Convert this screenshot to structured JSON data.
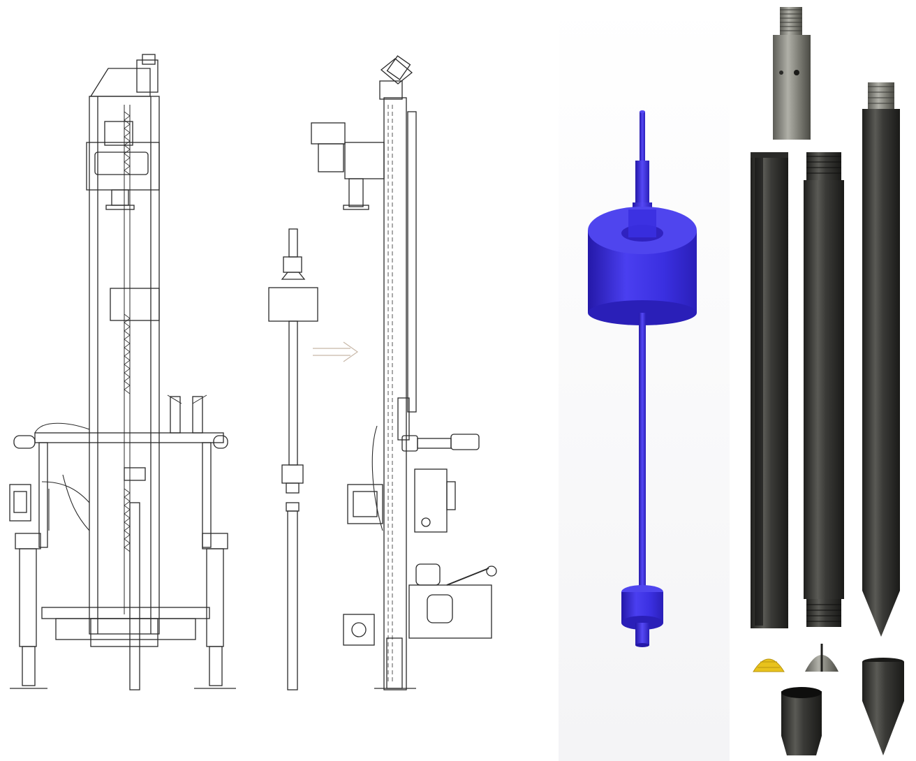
{
  "figure": {
    "panels": [
      {
        "id": "technical-drawing",
        "views": [
          "drill-rig-front-view",
          "hammer-assembly-view",
          "drill-rig-side-view"
        ]
      },
      {
        "id": "hammer-3d-render"
      },
      {
        "id": "sampling-tools-photo",
        "items": [
          "threaded-adapter",
          "split-tube-sampler",
          "threaded-casing-tube",
          "conical-drive-point",
          "yellow-core-catcher",
          "steel-core-catcher",
          "sampler-shoe",
          "loose-drive-cone"
        ]
      }
    ]
  },
  "colors": {
    "line": "#2a2a2a",
    "hammer_blue": "#3a2fe0",
    "hammer_shade": "#2418a8",
    "steel_dark": "#2e2e2c",
    "steel_light": "#8a8a84",
    "yellow_catcher": "#e8c21c"
  }
}
